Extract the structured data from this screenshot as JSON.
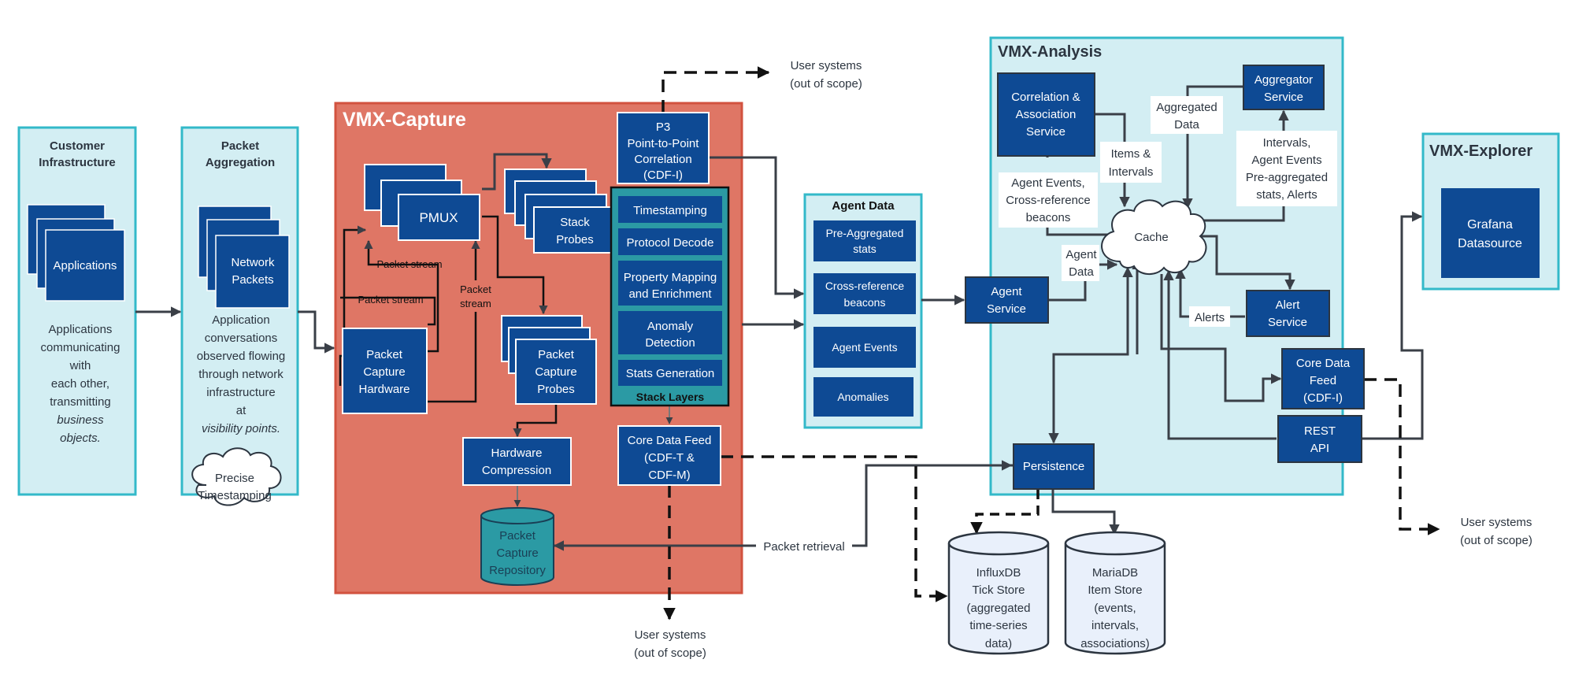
{
  "colors": {
    "panel_fill": "#d3eef3",
    "panel_border": "#33b9c9",
    "box_fill": "#0e4a94",
    "capture_fill": "#df7665",
    "capture_border": "#d2523f",
    "stack_fill": "#2b9aa4",
    "db_fill": "#e9f0fb",
    "connector": "#3a3f47"
  },
  "customer": {
    "title_line1": "Customer",
    "title_line2": "Infrastructure",
    "app_box": "Applications",
    "desc": [
      "Applications",
      "communicating",
      "with",
      "each other,",
      "transmitting",
      "business",
      "objects."
    ]
  },
  "aggregation": {
    "title_line1": "Packet",
    "title_line2": "Aggregation",
    "box_line1": "Network",
    "box_line2": "Packets",
    "desc": [
      "Application",
      "conversations",
      "observed flowing",
      "through network",
      "infrastructure",
      "at",
      "visibility points."
    ],
    "cloud_line1": "Precise",
    "cloud_line2": "Timestamping"
  },
  "capture": {
    "title": "VMX-Capture",
    "pmux": "PMUX",
    "stack_probes_line1": "Stack",
    "stack_probes_line2": "Probes",
    "pcap_hw": [
      "Packet",
      "Capture",
      "Hardware"
    ],
    "pcap_probes": [
      "Packet",
      "Capture",
      "Probes"
    ],
    "packet_stream": "Packet stream",
    "hw_compression_line1": "Hardware",
    "hw_compression_line2": "Compression",
    "repository": [
      "Packet",
      "Capture",
      "Repository"
    ],
    "p3": [
      "P3",
      "Point-to-Point",
      "Correlation",
      "(CDF-I)"
    ],
    "stack_layers": {
      "title": "Stack Layers",
      "items": [
        {
          "line1": "Timestamping",
          "line2": ""
        },
        {
          "line1": "Protocol Decode",
          "line2": ""
        },
        {
          "line1": "Property Mapping",
          "line2": "and Enrichment"
        },
        {
          "line1": "Anomaly",
          "line2": "Detection"
        },
        {
          "line1": "Stats Generation",
          "line2": ""
        }
      ]
    },
    "core_feed": [
      "Core Data Feed",
      "(CDF-T &",
      "CDF-M)"
    ]
  },
  "user_systems": {
    "line1": "User systems",
    "line2": "(out of scope)"
  },
  "agent_data": {
    "title": "Agent Data",
    "items": [
      {
        "line1": "Pre-Aggregated",
        "line2": "stats"
      },
      {
        "line1": "Cross-reference",
        "line2": "beacons"
      },
      {
        "line1": "Agent Events",
        "line2": ""
      },
      {
        "line1": "Anomalies",
        "line2": ""
      }
    ]
  },
  "analysis": {
    "title": "VMX-Analysis",
    "correlation": [
      "Correlation &",
      "Association",
      "Service"
    ],
    "aggregator": [
      "Aggregator",
      "Service"
    ],
    "aggregated_data": [
      "Aggregated",
      "Data"
    ],
    "items_intervals": [
      "Items &",
      "Intervals"
    ],
    "intervals_label": [
      "Intervals,",
      "Agent Events",
      "Pre-aggregated",
      "stats, Alerts"
    ],
    "agent_events_label": [
      "Agent Events,",
      "Cross-reference",
      "beacons"
    ],
    "cache": "Cache",
    "agent_data_label": [
      "Agent",
      "Data"
    ],
    "agent_service": [
      "Agent",
      "Service"
    ],
    "alerts_label": "Alerts",
    "alert_service": [
      "Alert",
      "Service"
    ],
    "core_feed": [
      "Core Data",
      "Feed",
      "(CDF-I)"
    ],
    "rest_api": [
      "REST",
      "API"
    ],
    "persistence": "Persistence"
  },
  "explorer": {
    "title": "VMX-Explorer",
    "grafana_line1": "Grafana",
    "grafana_line2": "Datasource"
  },
  "packet_retrieval": "Packet retrieval",
  "influx": [
    "InfluxDB",
    "Tick Store",
    "(aggregated",
    "time-series",
    "data)"
  ],
  "mariadb": [
    "MariaDB",
    "Item Store",
    "(events,",
    "intervals,",
    "associations)"
  ]
}
